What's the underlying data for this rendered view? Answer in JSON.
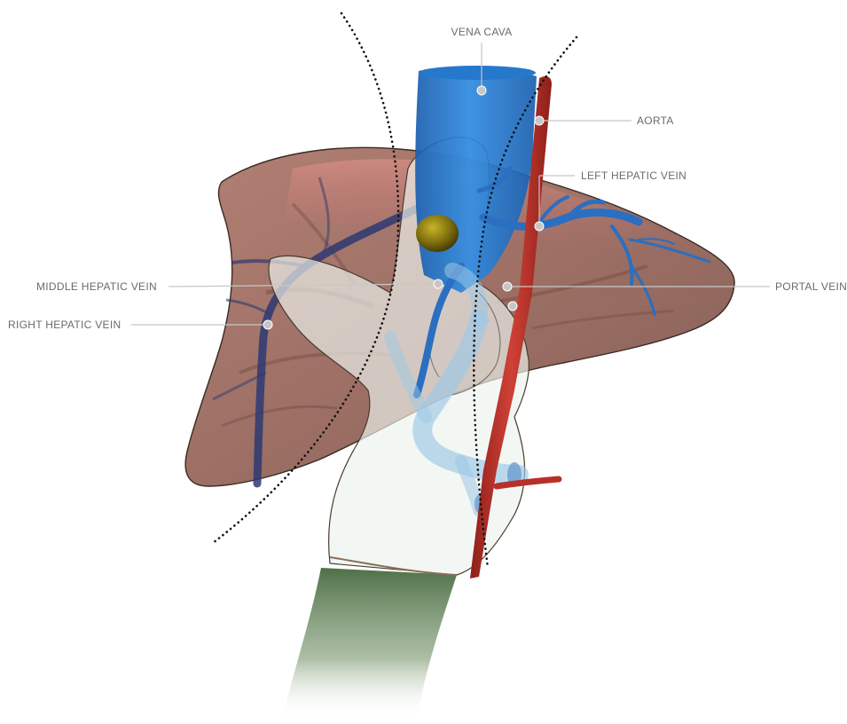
{
  "labels": {
    "vena_cava": "VENA CAVA",
    "aorta": "AORTA",
    "left_hepatic_vein": "LEFT HEPATIC VEIN",
    "middle_hepatic_vein": "MIDDLE HEPATIC VEIN",
    "right_hepatic_vein": "RIGHT HEPATIC VEIN",
    "portal_vein": "PORTAL VEIN"
  },
  "colors": {
    "liver": "#8c5a4e",
    "vena_cava": "#1f74c8",
    "aorta": "#b8302a",
    "hepatic_veins": "#2a6fc2",
    "tumor": "#8a7a10",
    "glove": "#e6eee6",
    "sleeve": "#5a7a4e",
    "label_text": "#6b6b6b"
  }
}
